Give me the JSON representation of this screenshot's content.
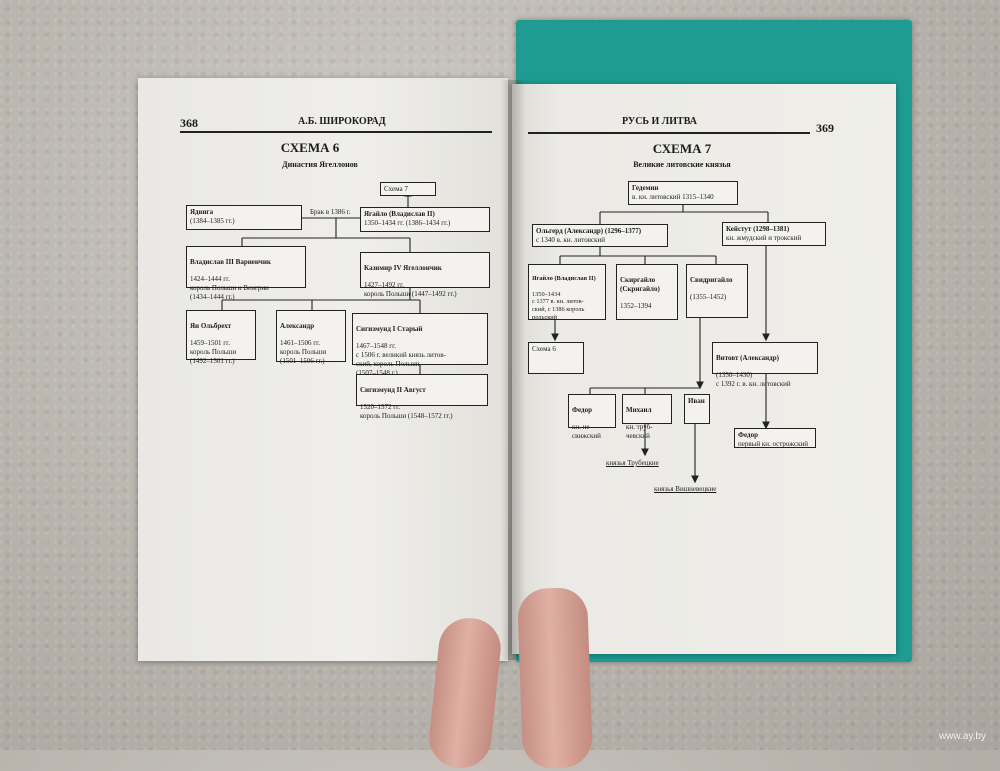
{
  "left_page": {
    "page_number": "368",
    "running_head": "А.Б. ШИРОКОРАД",
    "title": "СХЕМА 6",
    "subtitle": "Династия Ягеллонов",
    "boxes": {
      "schema7_ref": "Схема 7",
      "jadwiga": {
        "name": "Ядвига",
        "detail": "(1384–1385 гг.)"
      },
      "marriage": "Брак в 1386 г.",
      "jagiello": {
        "name": "Ягайло (Владислав II)",
        "detail": "1350–1434 гг. (1386–1434 гг.)"
      },
      "wladyslaw3": {
        "name": "Владислав III Варненчик",
        "detail": "1424–1444 гг.\nкороль Польши и Венгрии\n(1434–1444 гг.)"
      },
      "kazimierz4": {
        "name": "Казимир IV Ягеллончик",
        "detail": "1427–1492 гг.\nкороль Польши (1447–1492 гг.)"
      },
      "jan_olbracht": {
        "name": "Ян Ольбрехт",
        "detail": "1459–1501 гг.\nкороль Польши\n(1492–1501 гг.)"
      },
      "aleksandr": {
        "name": "Александр",
        "detail": "1461–1506 гг.\nкороль Польши\n(1501–1506 гг.)"
      },
      "sigismund1": {
        "name": "Сигизмунд I Старый",
        "detail": "1467–1548 гг.\nс 1506 г. великий князь литов-\nский, король Польши\n(1507–1548 г.)"
      },
      "sigismund2": {
        "name": "Сигизмунд II Август",
        "detail": "1520–1572 гг.\nкороль Польши (1548–1572 гг.)"
      }
    }
  },
  "right_page": {
    "page_number": "369",
    "running_head": "РУСЬ И ЛИТВА",
    "title": "СХЕМА 7",
    "subtitle": "Великие литовские князья",
    "boxes": {
      "gediminas": {
        "name": "Гедемин",
        "detail": "в. кн. литовский 1315–1340"
      },
      "olgerd": {
        "name": "Ольгерд (Александр) (1296–1377)",
        "detail": "с 1340 в. кн. литовский"
      },
      "keistut": {
        "name": "Кейстут (1298–1381)",
        "detail": "кн. жмудский и трокский"
      },
      "jagiello": {
        "name": "Ягайло (Владислав II)",
        "detail": "1350–1434\nс 1377 в. кн. литов-\nский, с 1386 король\nпольский"
      },
      "skirgailo": {
        "name": "Скиргайло (Скригайло)",
        "detail": "1352–1394"
      },
      "svidrigailo": {
        "name": "Свидригайло",
        "detail": "(1355–1452)"
      },
      "schema6_ref": "Схема 6",
      "vitovt": {
        "name": "Витовт (Александр)",
        "detail": "(1350–1430)\nс 1392 г. в. кн. литовский"
      },
      "fedor1": {
        "name": "Федор",
        "detail": "кн. не-\nсвижский"
      },
      "mikhail": {
        "name": "Михаил",
        "detail": "кн. труб-\nчевский"
      },
      "ivan": {
        "name": "Иван",
        "detail": ""
      },
      "fedor2": {
        "name": "Федор",
        "detail": "первый кн. острожский"
      }
    },
    "labels": {
      "trubetskie": "князья Трубецкие",
      "vishnevetskie": "князья Вишневецкие"
    }
  },
  "watermark": "www.ay.by"
}
